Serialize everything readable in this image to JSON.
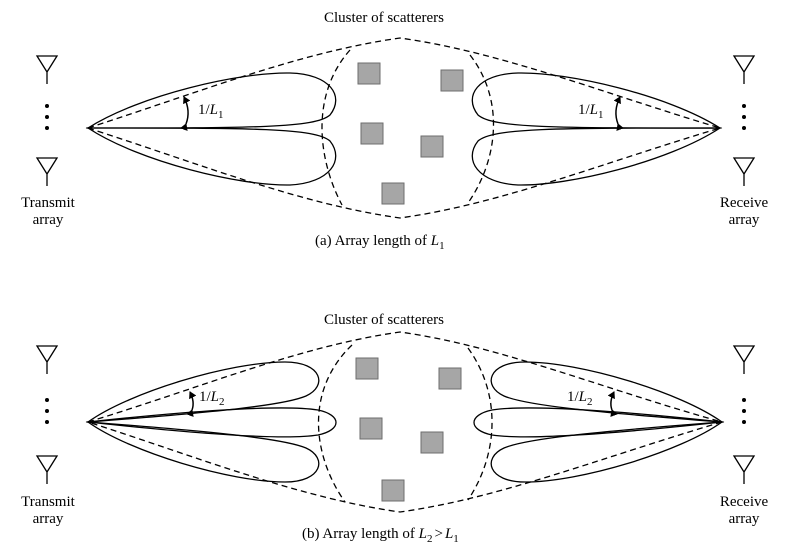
{
  "panel_a": {
    "cluster_title": "Cluster of scatterers",
    "tx_label_line1": "Transmit",
    "tx_label_line2": "array",
    "rx_label_line1": "Receive",
    "rx_label_line2": "array",
    "angle_label_num": "1/",
    "angle_label_var": "L",
    "angle_label_sub": "1",
    "caption_prefix": "(a) Array length of ",
    "caption_var": "L",
    "caption_sub": "1"
  },
  "panel_b": {
    "cluster_title": "Cluster of scatterers",
    "tx_label_line1": "Transmit",
    "tx_label_line2": "array",
    "rx_label_line1": "Receive",
    "rx_label_line2": "array",
    "angle_label_num": "1/",
    "angle_label_var": "L",
    "angle_label_sub": "2",
    "caption_prefix": "(b) Array length of ",
    "caption_var1": "L",
    "caption_sub1": "2",
    "caption_op": ">",
    "caption_var2": "L",
    "caption_sub2": "1"
  },
  "colors": {
    "scatterer_fill": "#a6a6a6",
    "scatterer_stroke": "#6e6e6e",
    "line": "#000000"
  }
}
